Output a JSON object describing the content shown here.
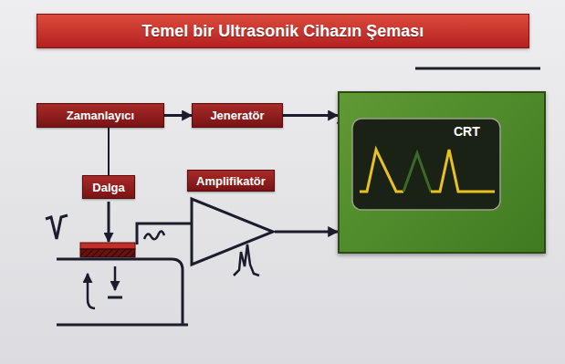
{
  "diagram": {
    "title": "Temel bir Ultrasonik Cihazın Şeması",
    "nodes": [
      {
        "text": [
          "Zamanlayıcı"
        ]
      },
      {
        "text": [
          "Jeneratör"
        ]
      },
      {
        "text": [
          "Dalga"
        ]
      },
      {
        "text": [
          "Amplifikatör"
        ]
      },
      {
        "text": [
          "CRT"
        ]
      }
    ],
    "edges": [
      {
        "from": 0,
        "to": 1,
        "arrow": "to"
      },
      {
        "from": 0,
        "to": 2,
        "arrow": "none"
      },
      {
        "from": 1,
        "to": 4,
        "arrow": "to"
      },
      {
        "from": 3,
        "to": 4,
        "arrow": "to"
      }
    ]
  }
}
